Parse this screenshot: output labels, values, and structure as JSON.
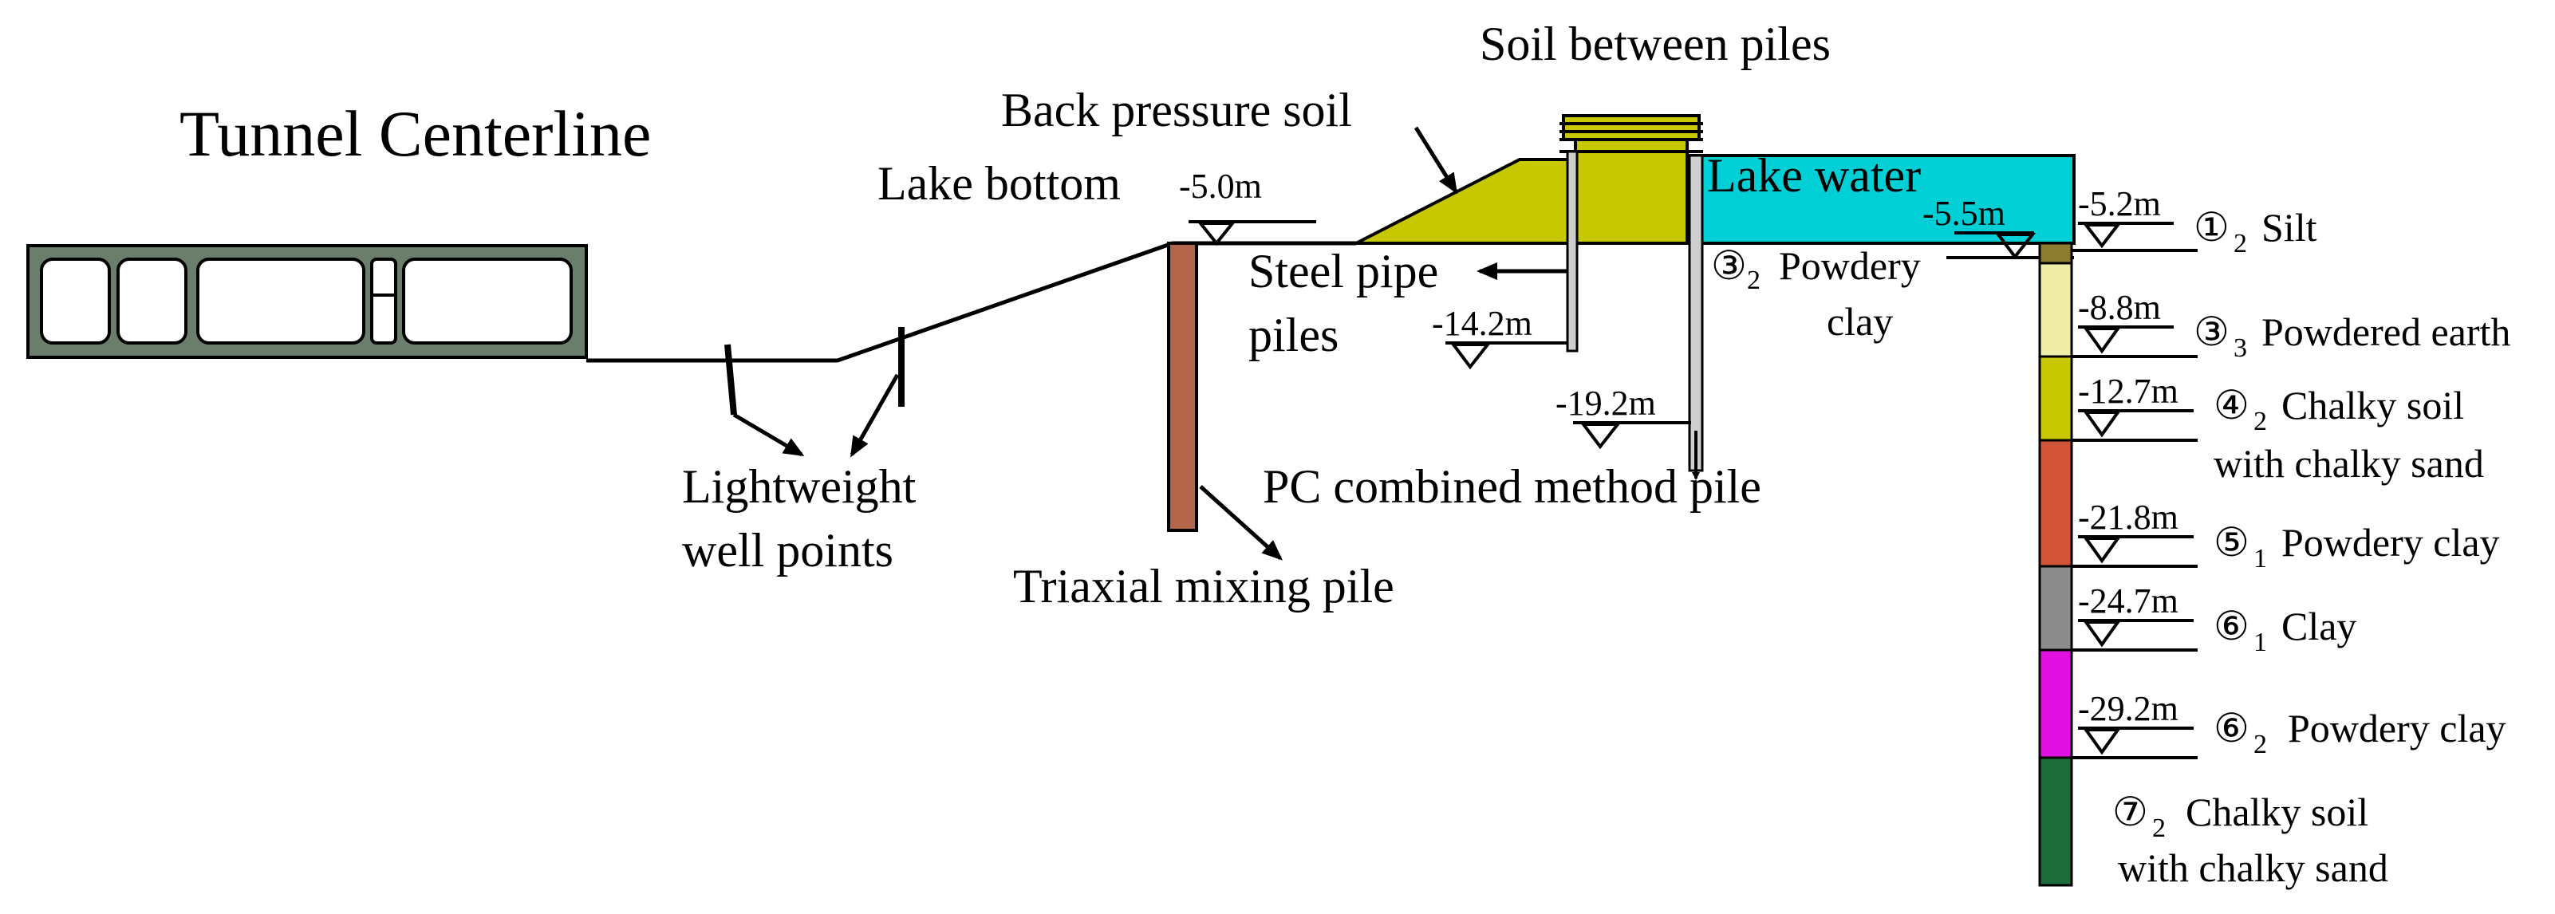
{
  "labels": {
    "tunnel_centerline": "Tunnel Centerline",
    "soil_between_piles": "Soil between piles",
    "back_pressure_soil": "Back pressure soil",
    "lake_bottom": "Lake bottom",
    "lake_water": "Lake water",
    "steel_pipe_piles_1": "Steel pipe",
    "steel_pipe_piles_2": "piles",
    "pc_combined_method_pile": "PC combined method pile",
    "lightweight_well_points_1": "Lightweight",
    "lightweight_well_points_2": "well points",
    "triaxial_mixing_pile": "Triaxial mixing pile",
    "powdery_clay_top_1": "Powdery",
    "powdery_clay_top_2": "clay",
    "powdery_clay_top_marker": "③",
    "powdery_clay_top_sub": "2"
  },
  "depths": {
    "lake_bottom": "-5.0m",
    "water_level": "-5.5m",
    "steel_pipe_tip": "-14.2m",
    "pc_pile_tip": "-19.2m",
    "d1": "-5.2m",
    "d2": "-8.8m",
    "d3": "-12.7m",
    "d4": "-21.8m",
    "d5": "-24.7m",
    "d6": "-29.2m"
  },
  "strata": [
    {
      "marker": "①",
      "sub": "2",
      "name": "Silt",
      "name2": "",
      "color": "#8a7d2e"
    },
    {
      "marker": "③",
      "sub": "3",
      "name": "Powdered earth",
      "name2": "",
      "color": "#f0eea6"
    },
    {
      "marker": "④",
      "sub": "2",
      "name": "Chalky soil",
      "name2": "with chalky sand",
      "color": "#c8c800"
    },
    {
      "marker": "⑤",
      "sub": "1",
      "name": "Powdery clay",
      "name2": "",
      "color": "#d2553a"
    },
    {
      "marker": "⑥",
      "sub": "1",
      "name": "Clay",
      "name2": "",
      "color": "#8c8c8c"
    },
    {
      "marker": "⑥",
      "sub": "2",
      "name": "Powdery clay",
      "name2": "",
      "color": "#e010e0"
    },
    {
      "marker": "⑦",
      "sub": "2",
      "name": "Chalky soil",
      "name2": "with chalky sand",
      "color": "#1e6b3c"
    }
  ],
  "colors": {
    "tunnel_fill": "#6b7d6b",
    "back_pressure_soil": "#c8c800",
    "lake_water": "#00cfd6",
    "triaxial_pile": "#b5654a",
    "steel_pipe": "#cfcfcf"
  }
}
